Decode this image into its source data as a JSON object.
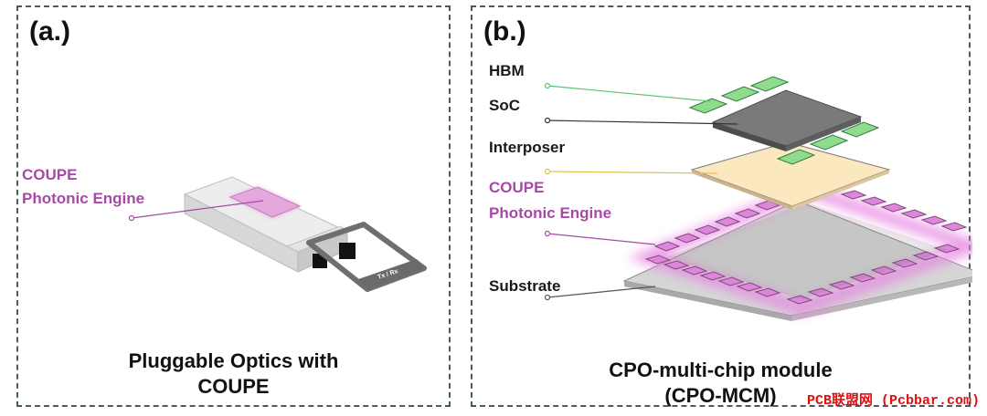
{
  "panel_a": {
    "letter": "(a.)",
    "label_line1": "COUPE",
    "label_line2": "Photonic Engine",
    "module_text": "Tx / Rx",
    "caption_line1": "Pluggable Optics with",
    "caption_line2": "COUPE"
  },
  "panel_b": {
    "letter": "(b.)",
    "labels": {
      "hbm": "HBM",
      "soc": "SoC",
      "interposer": "Interposer",
      "coupe_line1": "COUPE",
      "coupe_line2": "Photonic Engine",
      "substrate": "Substrate"
    },
    "caption_line1": "CPO-multi-chip module",
    "caption_line2": "(CPO-MCM)"
  },
  "watermark": "PCB联盟网 (Pcbbar.com)",
  "colors": {
    "purple": "#a64aa6",
    "green": "#5fc470",
    "interposer": "#fbe8bf",
    "substrate": "#d9d9d9",
    "border": "#4a5a62"
  }
}
